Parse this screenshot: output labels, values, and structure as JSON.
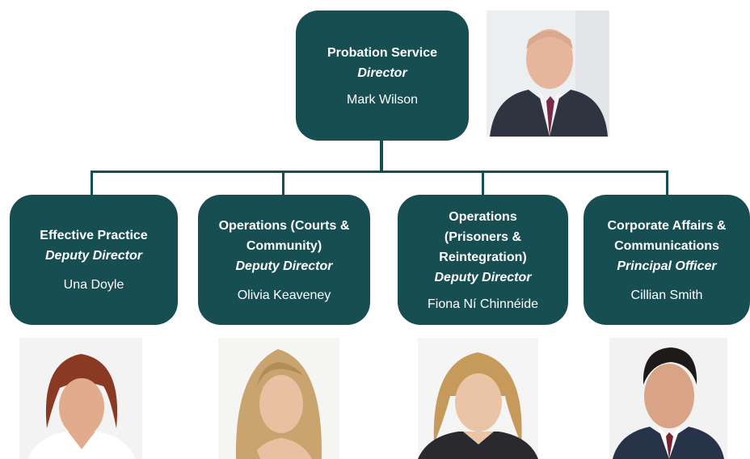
{
  "director": {
    "title": "Probation Service",
    "role": "Director",
    "name": "Mark Wilson"
  },
  "reports": [
    {
      "title_lines": [
        "Effective Practice"
      ],
      "role": "Deputy Director",
      "name": "Una Doyle"
    },
    {
      "title_lines": [
        "Operations (Courts &",
        "Community)"
      ],
      "role": "Deputy Director",
      "name": "Olivia Keaveney"
    },
    {
      "title_lines": [
        "Operations",
        "(Prisoners &",
        "Reintegration)"
      ],
      "role": "Deputy Director",
      "name": "Fiona Ní Chinnéide"
    },
    {
      "title_lines": [
        "Corporate Affairs &",
        "Communications"
      ],
      "role": "Principal Officer",
      "name": "Cillian Smith"
    }
  ],
  "colors": {
    "box": "#174e52",
    "text": "#ffffff",
    "connector": "#174e52"
  },
  "photos": [
    {
      "subject": "Mark Wilson portrait",
      "icon": "portrait-photo"
    },
    {
      "subject": "Una Doyle portrait",
      "icon": "portrait-photo"
    },
    {
      "subject": "Olivia Keaveney portrait",
      "icon": "portrait-photo"
    },
    {
      "subject": "Fiona Ní Chinnéide portrait",
      "icon": "portrait-photo"
    },
    {
      "subject": "Cillian Smith portrait",
      "icon": "portrait-photo"
    }
  ]
}
